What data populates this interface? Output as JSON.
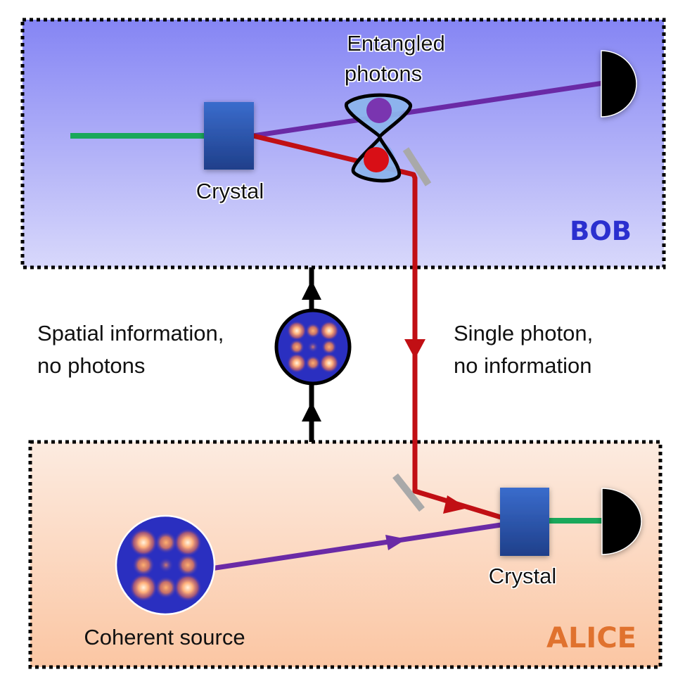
{
  "colors": {
    "bob_top": "#8585f4",
    "bob_bottom": "#d8d8fb",
    "alice_top": "#fcebe0",
    "alice_bottom": "#fbc6a3",
    "pump_beam": "#1aa85a",
    "signal_beam": "#6a2aa6",
    "idler_beam": "#c10f14",
    "crystal_top": "#3a6ccc",
    "crystal_bottom": "#1f3f8a",
    "mirror": "#a9a9a9",
    "detector": "#000000",
    "pattern_bg": "#2a2fc0",
    "bob_label": "#2a2fcf",
    "alice_label": "#e0722e"
  },
  "bob": {
    "label": "BOB",
    "crystal_label": "Crystal",
    "entangled_label_line1": "Entangled",
    "entangled_label_line2": "photons"
  },
  "alice": {
    "label": "ALICE",
    "crystal_label": "Crystal",
    "source_label": "Coherent source"
  },
  "channels": {
    "left_line1": "Spatial information,",
    "left_line2": "no photons",
    "right_line1": "Single photon,",
    "right_line2": "no information"
  }
}
